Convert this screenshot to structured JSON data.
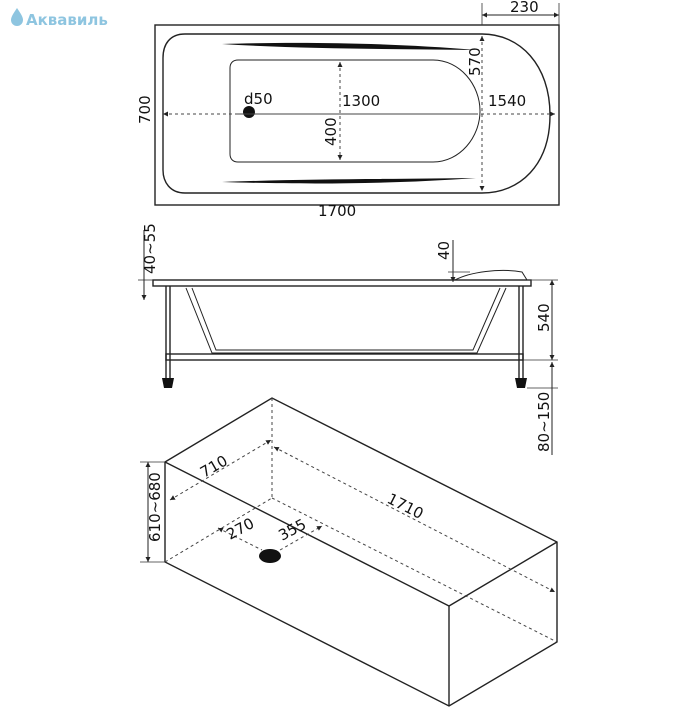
{
  "brand": {
    "name": "Аквавиль",
    "color": "#8ec5e0",
    "icon": "water-drop-icon"
  },
  "top_view": {
    "overall_width": "700",
    "overall_length": "1700",
    "headrest_length": "230",
    "inner_length": "1300",
    "inner_width": "400",
    "bowl_length": "1540",
    "bowl_width": "570",
    "drain": "d50"
  },
  "side_view": {
    "rim_thickness": "40~55",
    "headrest_rise": "40",
    "depth": "540",
    "leg_height": "80~150"
  },
  "iso_view": {
    "length": "1710",
    "width": "710",
    "height": "610~680",
    "drain_offset_side": "270",
    "drain_offset_end": "355"
  }
}
